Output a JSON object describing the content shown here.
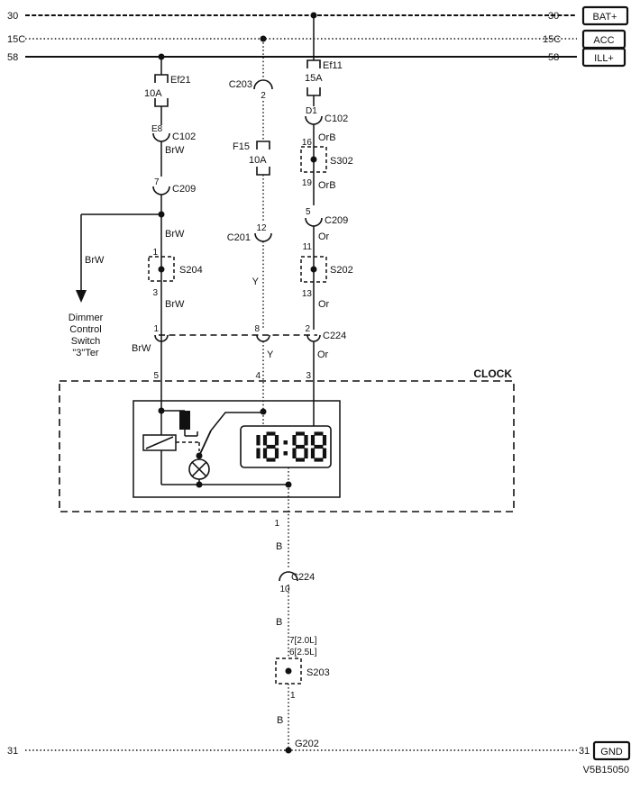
{
  "rails": {
    "bat": {
      "num": "30",
      "tag": "BAT+"
    },
    "acc": {
      "num": "15C",
      "tag": "ACC"
    },
    "ill": {
      "num": "58",
      "tag": "ILL+"
    },
    "gnd": {
      "num": "31",
      "tag": "GND"
    }
  },
  "fuses": {
    "ef21": {
      "name": "Ef21",
      "rating": "10A"
    },
    "f15": {
      "name": "F15",
      "rating": "10A"
    },
    "ef11": {
      "name": "Ef11",
      "rating": "15A"
    }
  },
  "connectors": {
    "c102": "C102",
    "c203": "C203",
    "c209": "C209",
    "c201": "C201",
    "c224": "C224"
  },
  "pins": {
    "e8": "E8",
    "d1": "D1",
    "p1": "1",
    "p2": "2",
    "p3": "3",
    "p4": "4",
    "p5": "5",
    "p7": "7",
    "p8": "8",
    "p10": "10",
    "p11": "11",
    "p12": "12",
    "p13": "13",
    "p16": "16",
    "p19": "19"
  },
  "splices": {
    "s204": "S204",
    "s202": "S202",
    "s302": "S302",
    "s203": "S203",
    "s203_pin_20L": "7[2.0L]",
    "s203_pin_25L": "6[2.5L]"
  },
  "wire_colors": {
    "brw": "BrW",
    "y": "Y",
    "or": "Or",
    "orb": "OrB",
    "b": "B"
  },
  "clock": {
    "label": "CLOCK",
    "display_time": "18:88"
  },
  "ground": {
    "name": "G202"
  },
  "dimmer_ref": {
    "line1": "Dimmer",
    "line2": "Control",
    "line3": "Switch",
    "line4": "\"3\"Ter",
    "wire": "BrW"
  },
  "title_block": {
    "code": "V5B15050"
  }
}
